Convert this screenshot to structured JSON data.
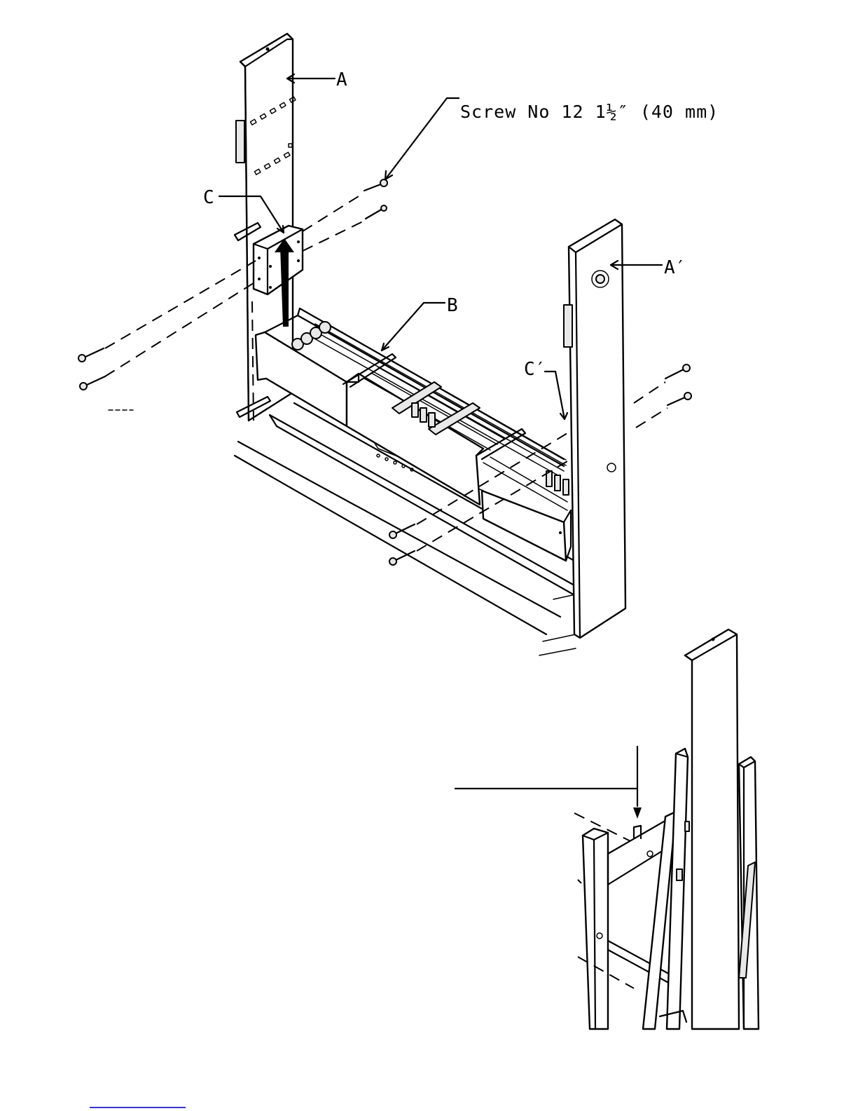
{
  "labels": {
    "a": "A",
    "a_prime": "A′",
    "b": "B",
    "c": "C",
    "c_prime": "C′",
    "screw_caption": "Screw No 12  1½″ (40 mm)"
  },
  "colors": {
    "ink": "#000000",
    "paper": "#ffffff",
    "shade": "#e8e8e8",
    "underline": "#3333cc"
  }
}
